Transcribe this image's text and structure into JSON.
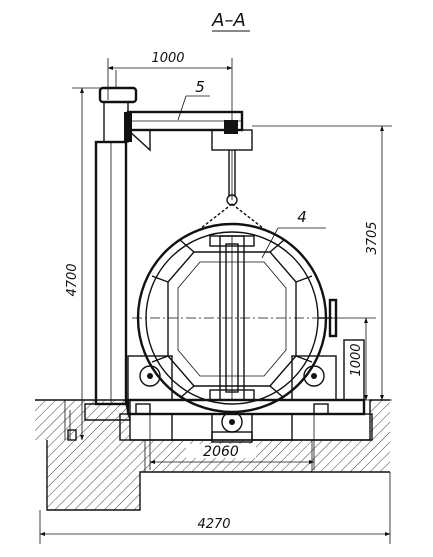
{
  "section_label": "A–A",
  "dimensions": {
    "jib_reach": "1000",
    "column_height": "4700",
    "hook_height": "3705",
    "axis_height": "1000",
    "rail_gauge": "2060",
    "overall_width": "4270"
  },
  "callouts": {
    "jib_crane": "5",
    "ring_drum": "4"
  }
}
